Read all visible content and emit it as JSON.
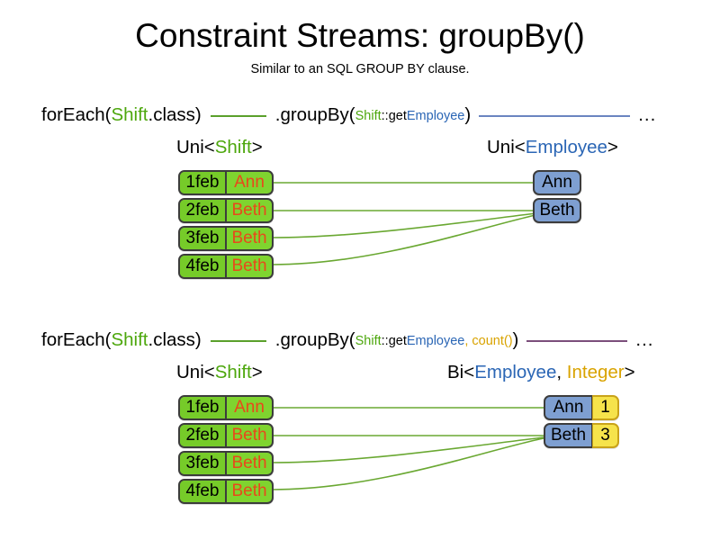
{
  "header": {
    "title": "Constraint Streams: groupBy()",
    "subtitle": "Similar to an SQL GROUP BY clause."
  },
  "colors": {
    "shift_green": "#7fd42f",
    "shift_date_green": "#76cb29",
    "employee_blue": "#7e9fd1",
    "count_yellow": "#f6e34b",
    "token_green": "#4da70d",
    "token_blue": "#2b66b5",
    "token_gold": "#d9a300",
    "edge_green": "#6aa832",
    "rule_green": "#5aa02c",
    "rule_blue": "#6a84c0",
    "rule_purple": "#7b4f7b",
    "name_orange": "#e8491b",
    "box_border": "#3c3c3c"
  },
  "sections": [
    {
      "id": "groupby-single",
      "code": {
        "foreach_pre": "forEach(",
        "foreach_type": "Shift",
        "foreach_post": ".class)",
        "rule1_color": "green",
        "groupby_pre": ".groupBy(",
        "arg_type": "Shift",
        "arg_sep": "::get",
        "arg_prop": "Employee",
        "arg_count": "",
        "groupby_post": ")",
        "rule2_color": "blue",
        "ellipsis": "..."
      },
      "left_label": {
        "prefix": "Uni<",
        "generic": "Shift",
        "suffix": ">"
      },
      "right_label": {
        "prefix": "Uni<",
        "generic": "Employee",
        "suffix": ">",
        "generic2": "",
        "sep": ""
      },
      "shifts": [
        {
          "date": "1feb",
          "name": "Ann"
        },
        {
          "date": "2feb",
          "name": "Beth"
        },
        {
          "date": "3feb",
          "name": "Beth"
        },
        {
          "date": "4feb",
          "name": "Beth"
        }
      ],
      "groups": [
        {
          "employee": "Ann",
          "count": null
        },
        {
          "employee": "Beth",
          "count": null
        }
      ],
      "edges": [
        {
          "from_shift": 0,
          "to_group": 0
        },
        {
          "from_shift": 1,
          "to_group": 1
        },
        {
          "from_shift": 2,
          "to_group": 1
        },
        {
          "from_shift": 3,
          "to_group": 1
        }
      ]
    },
    {
      "id": "groupby-count",
      "code": {
        "foreach_pre": "forEach(",
        "foreach_type": "Shift",
        "foreach_post": ".class)",
        "rule1_color": "green",
        "groupby_pre": ".groupBy(",
        "arg_type": "Shift",
        "arg_sep": "::get",
        "arg_prop": "Employee",
        "arg_count": ", count()",
        "groupby_post": ")",
        "rule2_color": "purple",
        "ellipsis": "..."
      },
      "left_label": {
        "prefix": "Uni<",
        "generic": "Shift",
        "suffix": ">"
      },
      "right_label": {
        "prefix": "Bi<",
        "generic": "Employee",
        "sep": ", ",
        "generic2": "Integer",
        "suffix": ">"
      },
      "shifts": [
        {
          "date": "1feb",
          "name": "Ann"
        },
        {
          "date": "2feb",
          "name": "Beth"
        },
        {
          "date": "3feb",
          "name": "Beth"
        },
        {
          "date": "4feb",
          "name": "Beth"
        }
      ],
      "groups": [
        {
          "employee": "Ann",
          "count": "1"
        },
        {
          "employee": "Beth",
          "count": "3"
        }
      ],
      "edges": [
        {
          "from_shift": 0,
          "to_group": 0
        },
        {
          "from_shift": 1,
          "to_group": 1
        },
        {
          "from_shift": 2,
          "to_group": 1
        },
        {
          "from_shift": 3,
          "to_group": 1
        }
      ]
    }
  ]
}
